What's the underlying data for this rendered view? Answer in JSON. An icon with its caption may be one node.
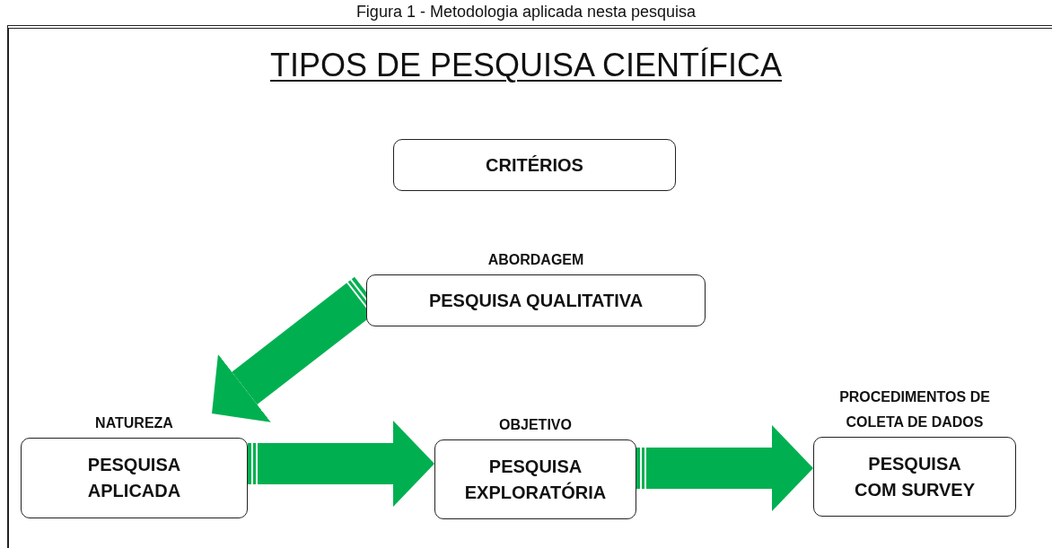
{
  "diagram": {
    "title": "TIPOS DE PESQUISA CIENTÍFICA",
    "caption": "Figura 1 - Metodologia aplicada nesta pesquisa",
    "nodes": [
      {
        "text": [
          "CRITÉRIOS"
        ]
      },
      {
        "text": [
          "ABORDAGEM",
          "PESQUISA QUALITATIVA"
        ]
      },
      {
        "text": [
          "NATUREZA",
          "PESQUISA APLICADA"
        ]
      },
      {
        "text": [
          "OBJETIVO",
          "PESQUISA EXPLORATÓRIA"
        ]
      },
      {
        "text": [
          "PROCEDIMENTOS DE COLETA DE DADOS",
          "PESQUISA COM SURVEY"
        ]
      }
    ],
    "edges": [
      {
        "from": 1,
        "to": 2,
        "arrow": "to"
      },
      {
        "from": 2,
        "to": 3,
        "arrow": "to"
      },
      {
        "from": 3,
        "to": 4,
        "arrow": "to"
      }
    ]
  }
}
